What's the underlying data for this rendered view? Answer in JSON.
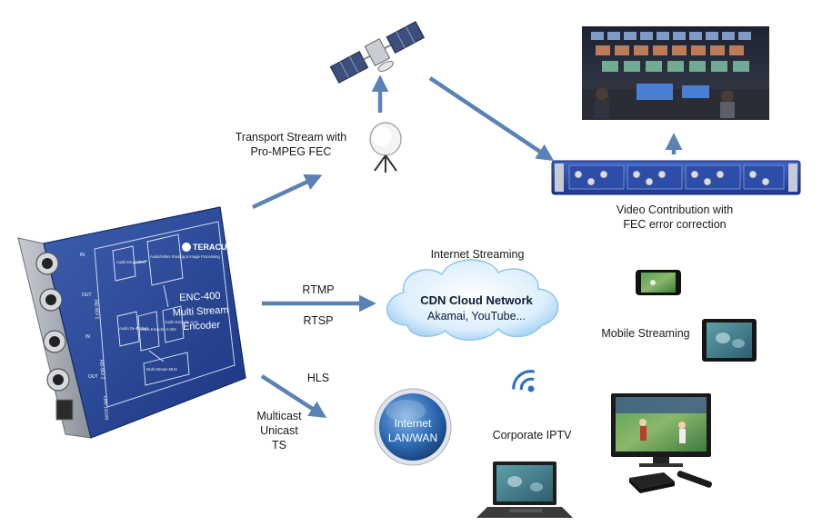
{
  "labels": {
    "transport_stream_line1": "Transport Stream with",
    "transport_stream_line2": "Pro-MPEG FEC",
    "video_contribution_line1": "Video Contribution with",
    "video_contribution_line2": "FEC error correction",
    "internet_streaming": "Internet Streaming",
    "rtmp": "RTMP",
    "rtsp": "RTSP",
    "hls": "HLS",
    "multicast": "Multicast",
    "unicast": "Unicast",
    "ts": "TS",
    "mobile_streaming": "Mobile Streaming",
    "corporate_iptv": "Corporate IPTV"
  },
  "cloud": {
    "title": "CDN Cloud Network",
    "subtitle": "Akamai, YouTube..."
  },
  "globe": {
    "line1": "Internet",
    "line2": "LAN/WAN"
  },
  "encoder": {
    "brand": "TERACUE",
    "model": "ENC-400",
    "name_line1": "Multi Stream",
    "name_line2": "Encoder",
    "block_audio_deembed_1": "Audio De-Embed",
    "block_av_routing": "Audio/Video Routing & Image Processing",
    "block_audio_deembed_2": "Audio De-Embed",
    "block_video_encoder": "Video Encoder H.264",
    "block_audio_encoder": "Audio Encoder AAC",
    "block_stream_mux": "Multi Stream MUX",
    "port_sdi1": "HD-SDI 1",
    "port_sdi2": "HD-SDI 2",
    "port_lan": "LAN 10/100",
    "port_in": "IN",
    "port_out": "OUT"
  },
  "colors": {
    "arrow": "#5b82b5",
    "encoder_body": "#1f3c8a",
    "cloud_text": "#0b1c3a"
  }
}
